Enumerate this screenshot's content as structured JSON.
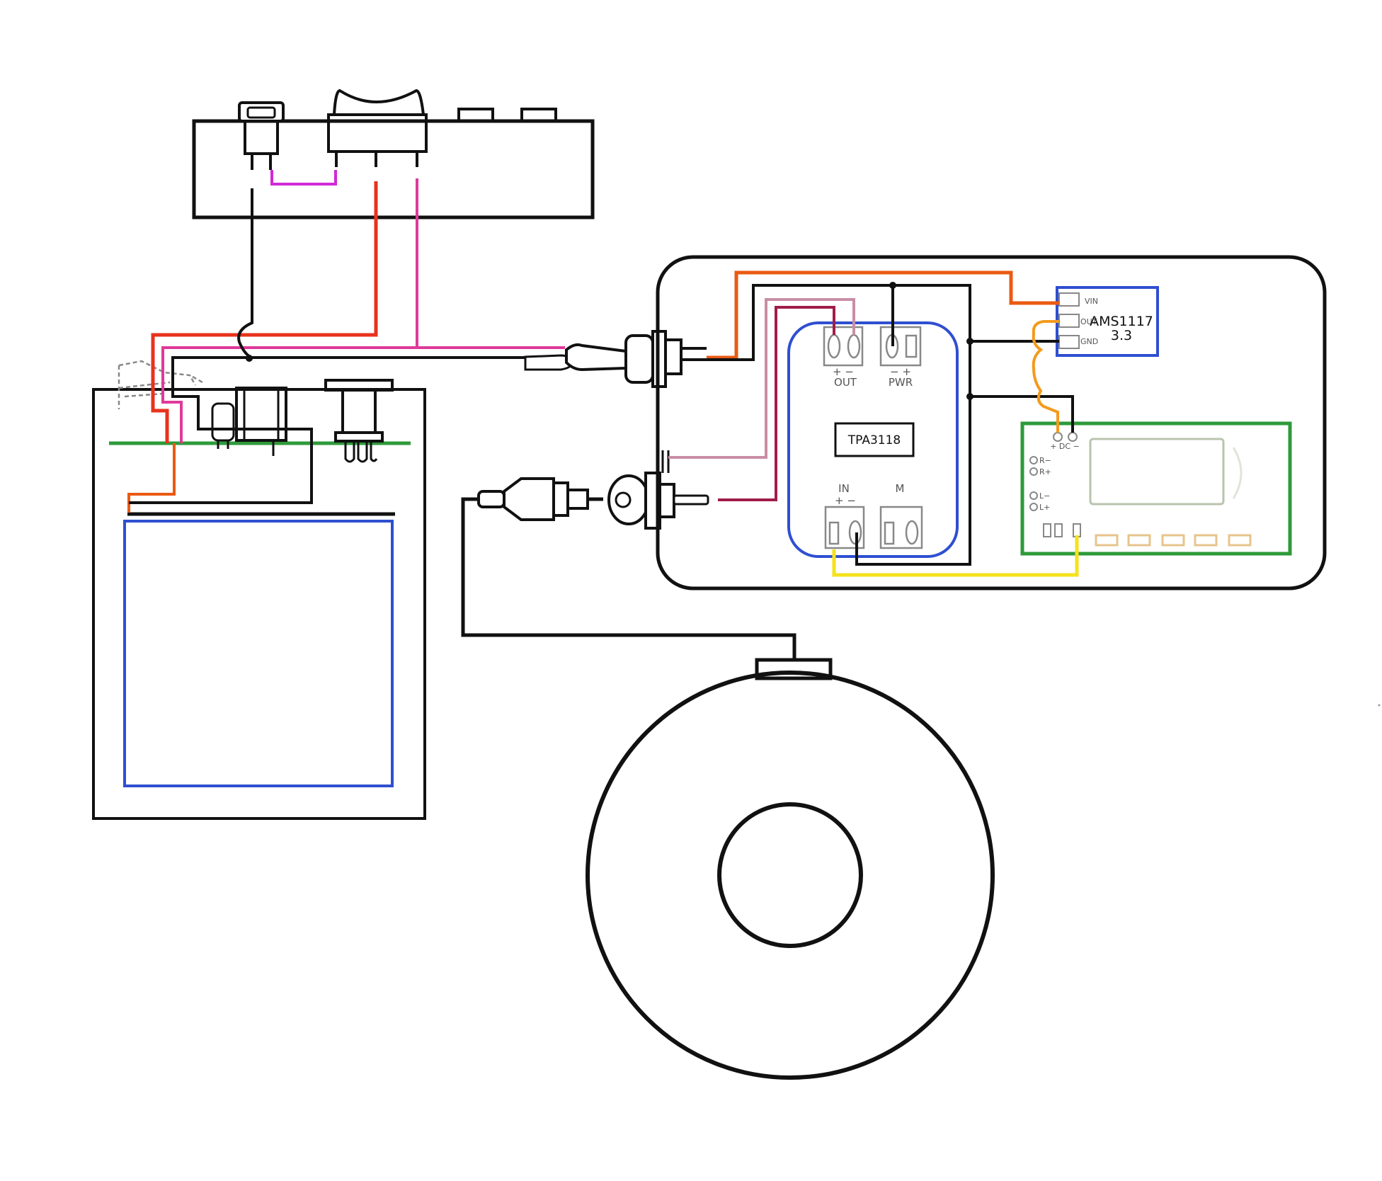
{
  "labels": {
    "amp_chip": "TPA3118",
    "amp_out": "OUT",
    "amp_pwr": "PWR",
    "amp_in": "IN",
    "amp_m": "M",
    "amp_out_pol": "+ −",
    "amp_pwr_pol": "− +",
    "amp_in_pol": "+ −",
    "reg_vin": "VIN",
    "reg_out": "OUT",
    "reg_gnd": "GND",
    "reg_name": "AMS1117",
    "reg_volt": "3.3",
    "bt_dc": "+ DC −",
    "bt_rm": "R−",
    "bt_rp": "R+",
    "bt_lm": "L−",
    "bt_lp": "L+"
  },
  "colors": {
    "outline": "#111111",
    "module_blue": "#2f4fd1",
    "board_green": "#2e9a3a",
    "wire_red": "#e8321c",
    "wire_orange_red": "#ea5a12",
    "wire_pink": "#e0399a",
    "wire_magenta": "#d12ad6",
    "wire_dusty_pink": "#c98ea6",
    "wire_maroon": "#a01d4a",
    "wire_orange": "#f39a1e",
    "wire_yellow": "#f5e21c",
    "display_gray": "#b9c4ad",
    "pad_tan": "#e7c48c"
  }
}
